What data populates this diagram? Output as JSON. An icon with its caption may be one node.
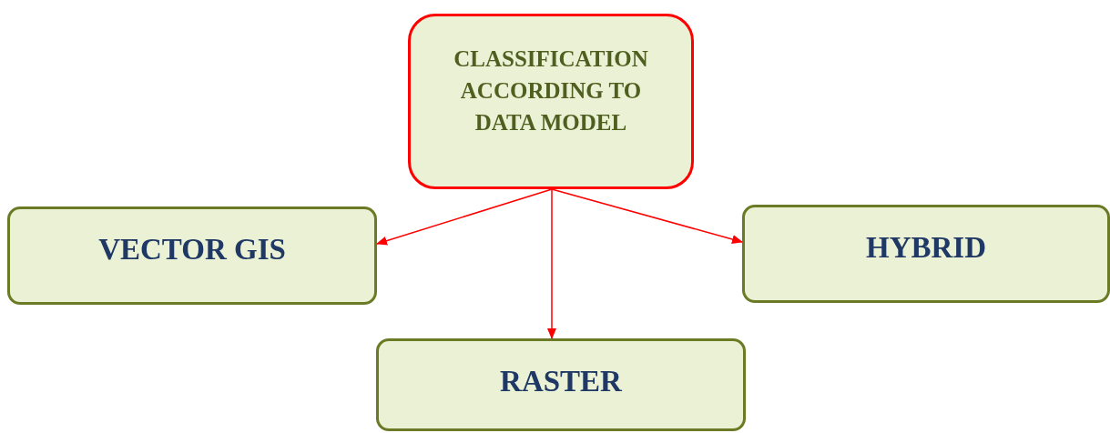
{
  "diagram": {
    "nodes": [
      {
        "text": [
          "CLASSIFICATION ACCORDING TO DATA MODEL"
        ]
      },
      {
        "text": [
          "VECTOR GIS"
        ]
      },
      {
        "text": [
          "HYBRID"
        ]
      },
      {
        "text": [
          "RASTER"
        ]
      }
    ],
    "edges": [
      {
        "from": 0,
        "to": 1,
        "arrow": "to"
      },
      {
        "from": 0,
        "to": 2,
        "arrow": "to"
      },
      {
        "from": 0,
        "to": 3,
        "arrow": "to"
      }
    ]
  }
}
